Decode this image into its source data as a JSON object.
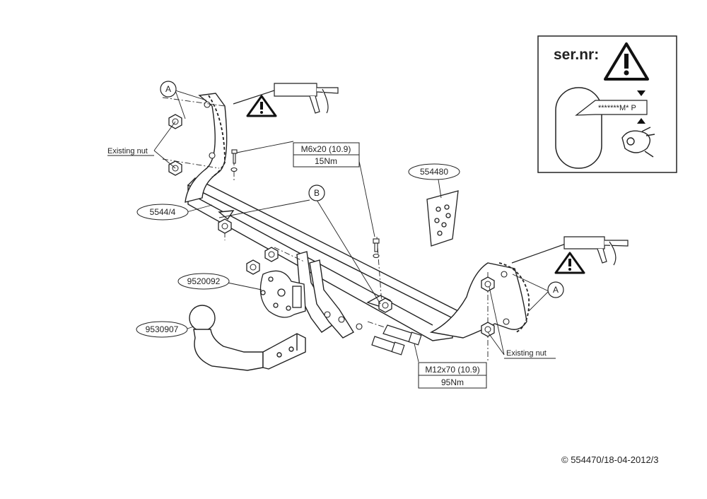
{
  "labels": {
    "existing_nut_left": "Existing nut",
    "existing_nut_right": "Existing nut",
    "callout_a_top": "A",
    "callout_a_right": "A",
    "callout_b": "B",
    "part_5544_4": "5544/4",
    "part_9520092": "9520092",
    "part_9530907": "9530907",
    "part_554480": "554480"
  },
  "bolt_small": {
    "spec": "M6x20 (10.9)",
    "torque": "15Nm"
  },
  "bolt_large": {
    "spec": "M12x70 (10.9)",
    "torque": "95Nm"
  },
  "serial_box": {
    "title": "ser.nr:",
    "code": "*******M* P"
  },
  "footer": {
    "copyright": "© 554470/18-04-2012/3"
  },
  "icons": [
    "warning-triangle-icon",
    "sealant-gun-icon",
    "eye-icon"
  ]
}
